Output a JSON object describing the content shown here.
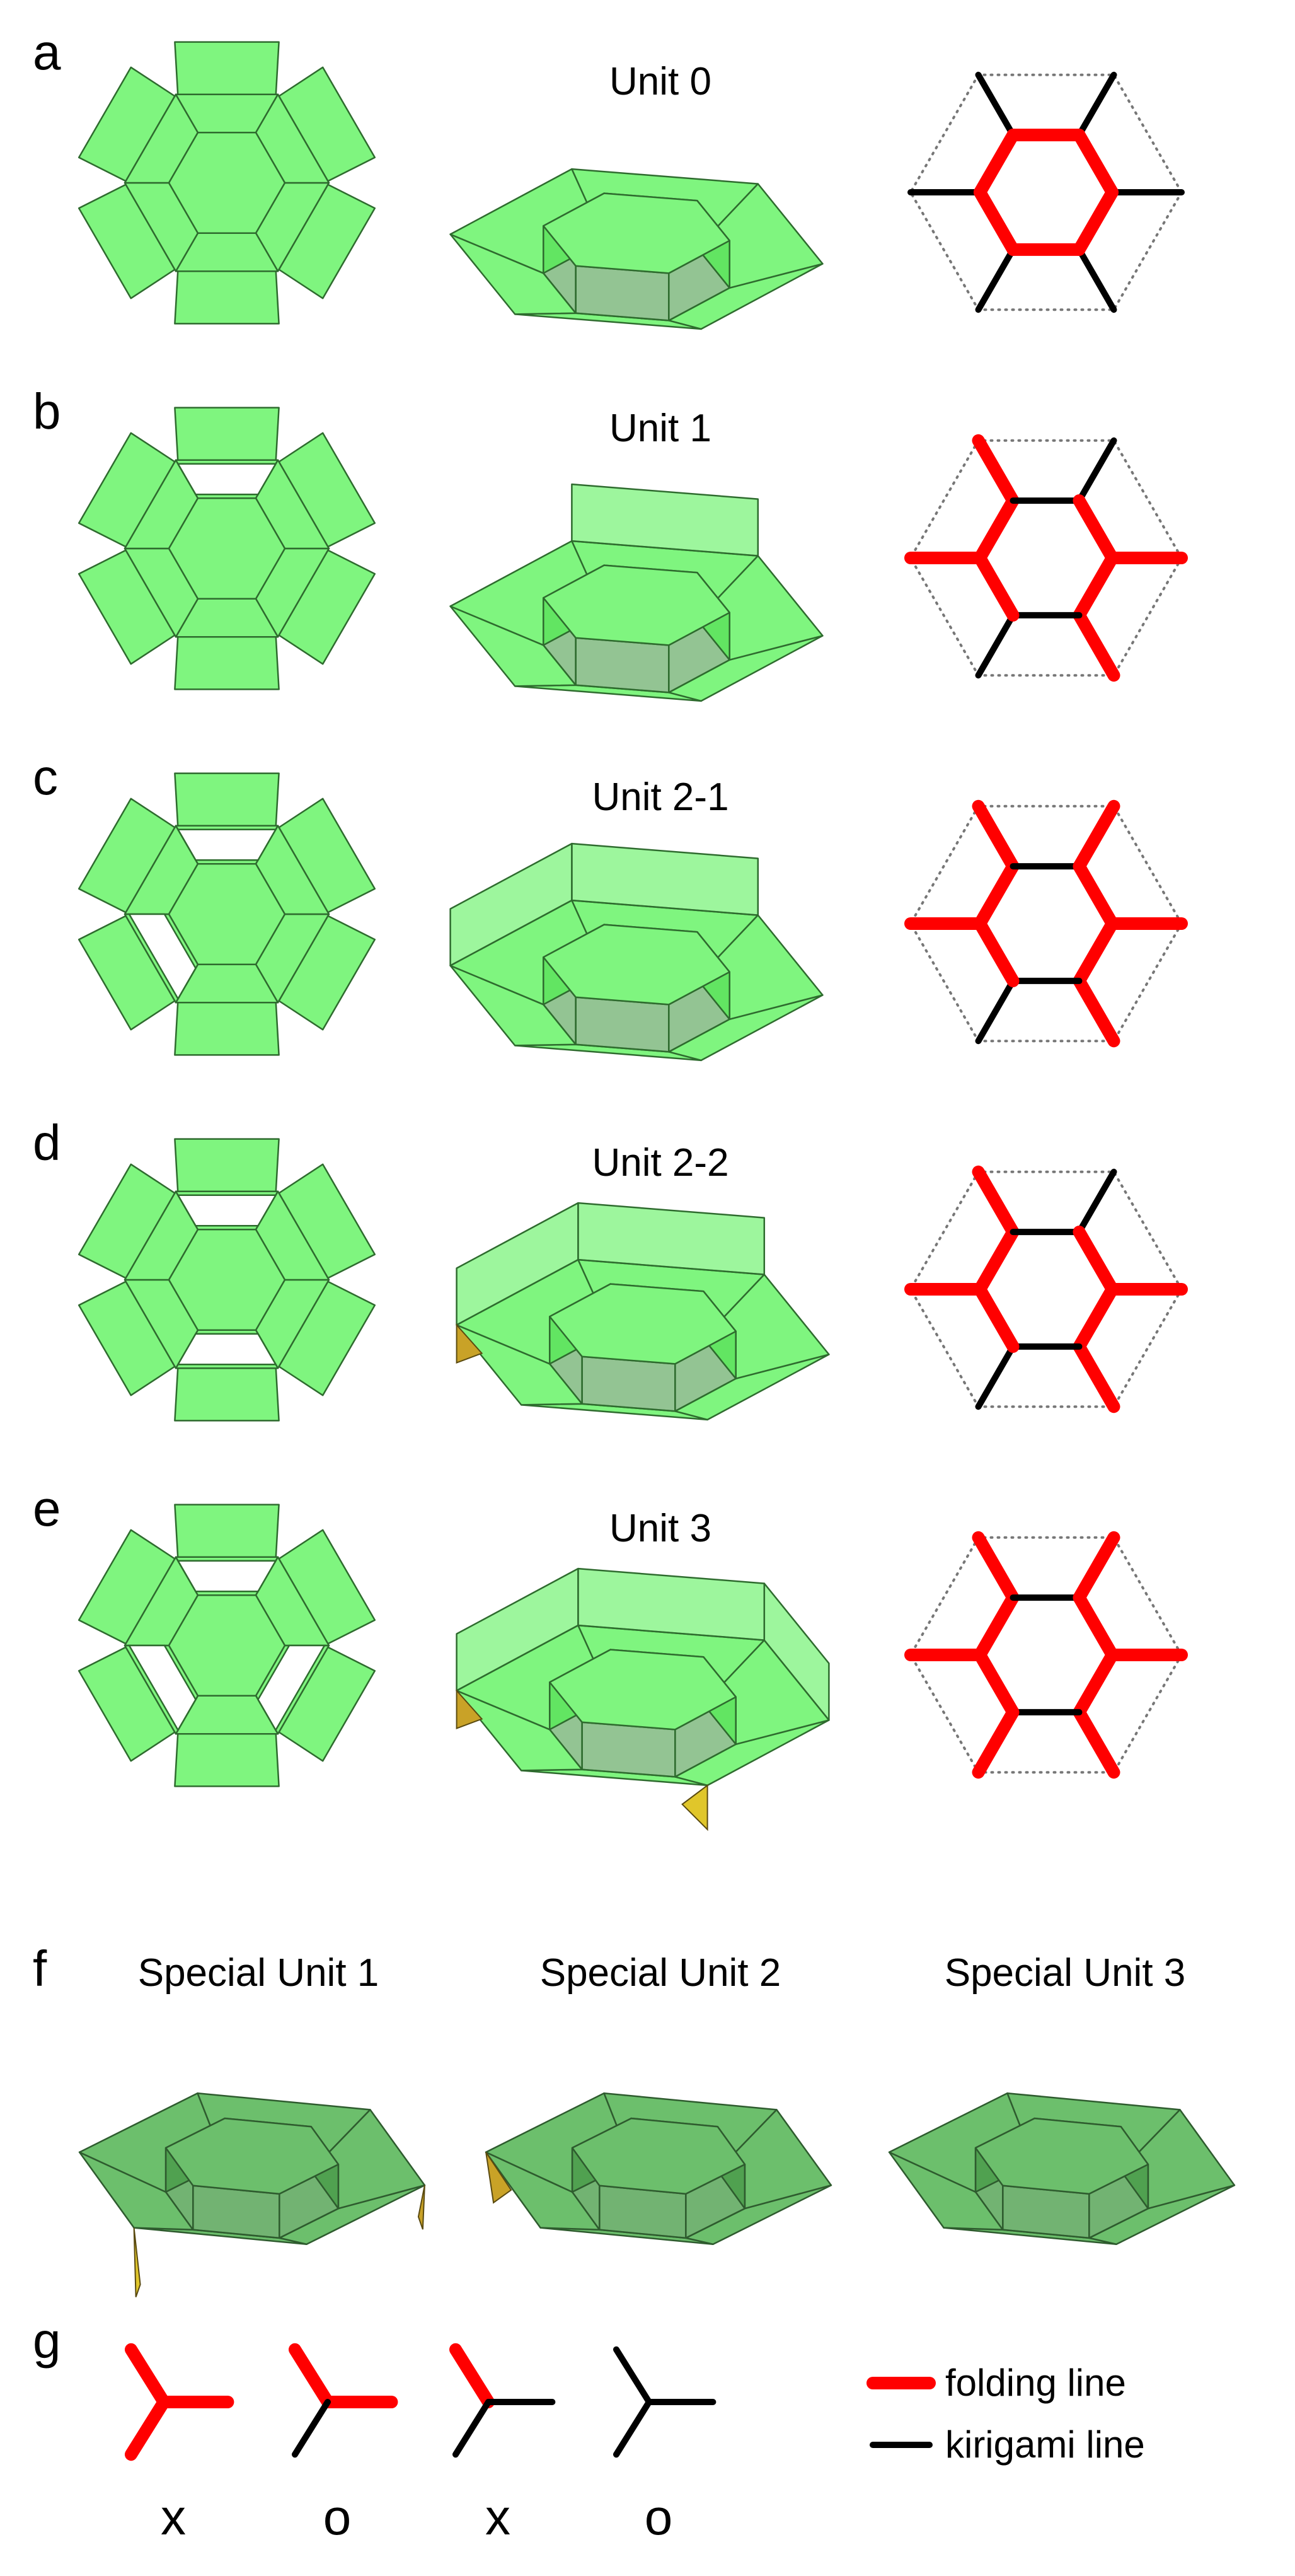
{
  "panels": {
    "a": {
      "letter": "a",
      "title": "Unit 0"
    },
    "b": {
      "letter": "b",
      "title": "Unit 1"
    },
    "c": {
      "letter": "c",
      "title": "Unit 2-1"
    },
    "d": {
      "letter": "d",
      "title": "Unit 2-2"
    },
    "e": {
      "letter": "e",
      "title": "Unit 3"
    },
    "f": {
      "letter": "f",
      "titles": [
        "Special Unit 1",
        "Special Unit 2",
        "Special Unit 3"
      ]
    },
    "g": {
      "letter": "g",
      "marks": [
        "x",
        "o",
        "x",
        "o"
      ]
    }
  },
  "legend": {
    "folding": "folding line",
    "kirigami": "kirigami line"
  },
  "colors": {
    "folding": "#ff0000",
    "kirigami": "#000000",
    "paper": "#7ff57f"
  },
  "patterns": {
    "a": {
      "inner": [
        "r",
        "r",
        "r",
        "r",
        "r",
        "r"
      ],
      "spokes": [
        "k",
        "k",
        "k",
        "k",
        "k",
        "k"
      ]
    },
    "b": {
      "inner": [
        "r",
        "k",
        "r",
        "r",
        "k",
        "r"
      ],
      "spokes": [
        "r",
        "r",
        "k",
        "r",
        "r",
        "k"
      ]
    },
    "c": {
      "inner": [
        "r",
        "k",
        "r",
        "r",
        "k",
        "r"
      ],
      "spokes": [
        "r",
        "r",
        "k",
        "r",
        "r",
        "r"
      ]
    },
    "d": {
      "inner": [
        "r",
        "k",
        "r",
        "r",
        "k",
        "r"
      ],
      "spokes": [
        "r",
        "r",
        "k",
        "r",
        "r",
        "k"
      ]
    },
    "e": {
      "inner": [
        "r",
        "k",
        "r",
        "r",
        "k",
        "r"
      ],
      "spokes": [
        "r",
        "r",
        "r",
        "r",
        "r",
        "r"
      ]
    }
  }
}
